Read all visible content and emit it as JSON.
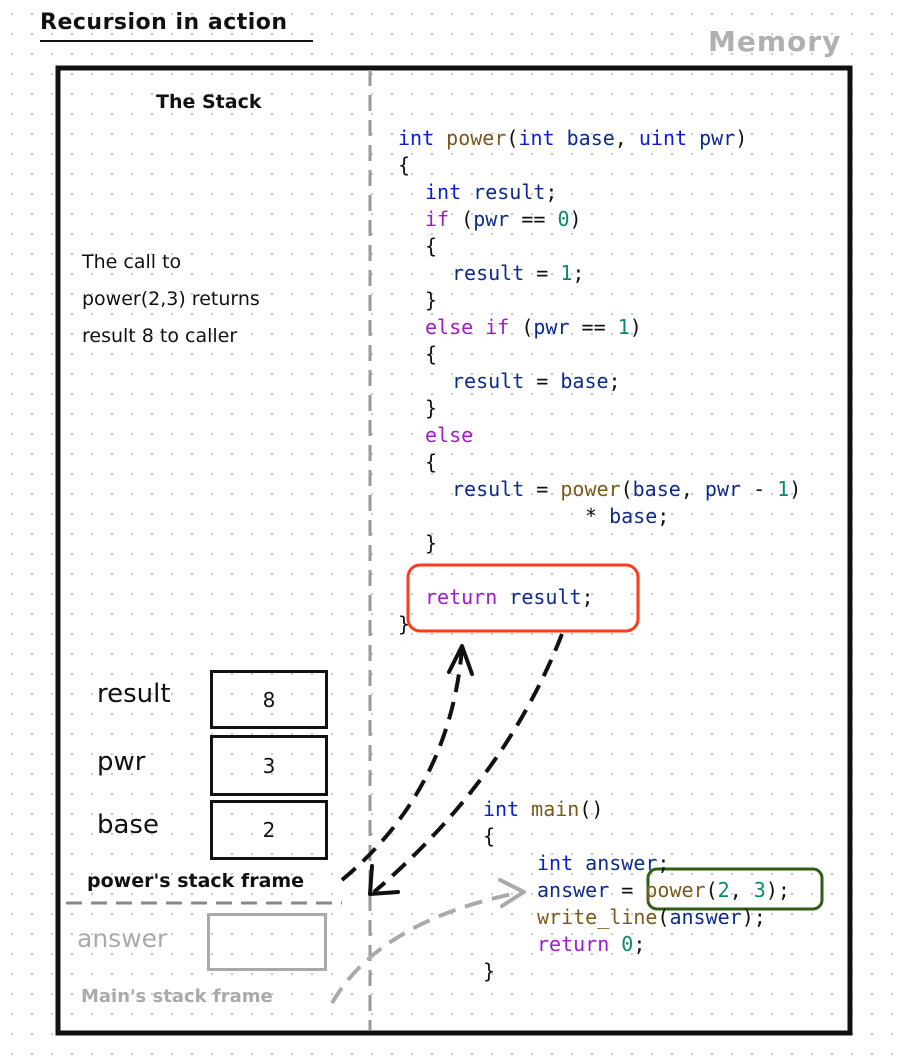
{
  "title": "Recursion in action",
  "memory_label": "Memory",
  "stack_heading": "The Stack",
  "explanation": [
    "The call to",
    "power(2,3) returns",
    "result 8 to caller"
  ],
  "power_code": {
    "l1": {
      "kw1": "int",
      "fn": "power",
      "p1": "(",
      "kw2": "int",
      "v1": "base",
      "p2": ", ",
      "kw3": "uint",
      "v2": "pwr",
      "p3": ")"
    },
    "l2": "{",
    "l3": {
      "kw": "int",
      "v": "result",
      "p": ";"
    },
    "l4": {
      "ctl": "if",
      "p1": " (",
      "v": "pwr",
      "op": " == ",
      "n": "0",
      "p2": ")"
    },
    "l5": "{",
    "l6": {
      "v": "result",
      "op": " = ",
      "n": "1",
      "p": ";"
    },
    "l7": "}",
    "l8": {
      "ctl": "else if",
      "p1": " (",
      "v": "pwr",
      "op": " == ",
      "n": "1",
      "p2": ")"
    },
    "l9": "{",
    "l10": {
      "v1": "result",
      "op": " = ",
      "v2": "base",
      "p": ";"
    },
    "l11": "}",
    "l12": {
      "ctl": "else"
    },
    "l13": "{",
    "l14": {
      "v1": "result",
      "op": " = ",
      "fn": "power",
      "p1": "(",
      "v2": "base",
      "p2": ", ",
      "v3": "pwr",
      "op2": " - ",
      "n": "1",
      "p3": ")"
    },
    "l15": {
      "op": "* ",
      "v": "base",
      "p": ";"
    },
    "l16": "}",
    "l17": {
      "ctl": "return",
      "v": "result",
      "p": ";"
    },
    "l18": "}"
  },
  "main_code": {
    "l1": {
      "kw": "int",
      "fn": "main",
      "p": "()"
    },
    "l2": "{",
    "l3": {
      "kw": "int",
      "v": "answer",
      "p": ";"
    },
    "l4": {
      "v": "answer",
      "op": " = ",
      "fn": "power",
      "p1": "(",
      "n1": "2",
      "p2": ", ",
      "n2": "3",
      "p3": ")",
      "p4": ";"
    },
    "l5": {
      "fn": "write_line",
      "p1": "(",
      "v": "answer",
      "p2": ");"
    },
    "l6": {
      "ctl": "return",
      "n": "0",
      "p": ";"
    },
    "l7": "}"
  },
  "stack_frame": {
    "label": "power's stack frame",
    "vars": [
      {
        "name": "result",
        "value": "8"
      },
      {
        "name": "pwr",
        "value": "3"
      },
      {
        "name": "base",
        "value": "2"
      }
    ]
  },
  "main_frame": {
    "label": "Main's stack frame",
    "var_name": "answer",
    "var_value": ""
  },
  "colors": {
    "keyword": "#0b1cd6",
    "function": "#7a5a1b",
    "variable": "#0d2a8c",
    "number": "#0a8a6a",
    "control": "#a11ad0",
    "return_highlight": "#ff3b1f",
    "call_highlight": "#2f5d12",
    "faded": "#aaaaaa"
  }
}
